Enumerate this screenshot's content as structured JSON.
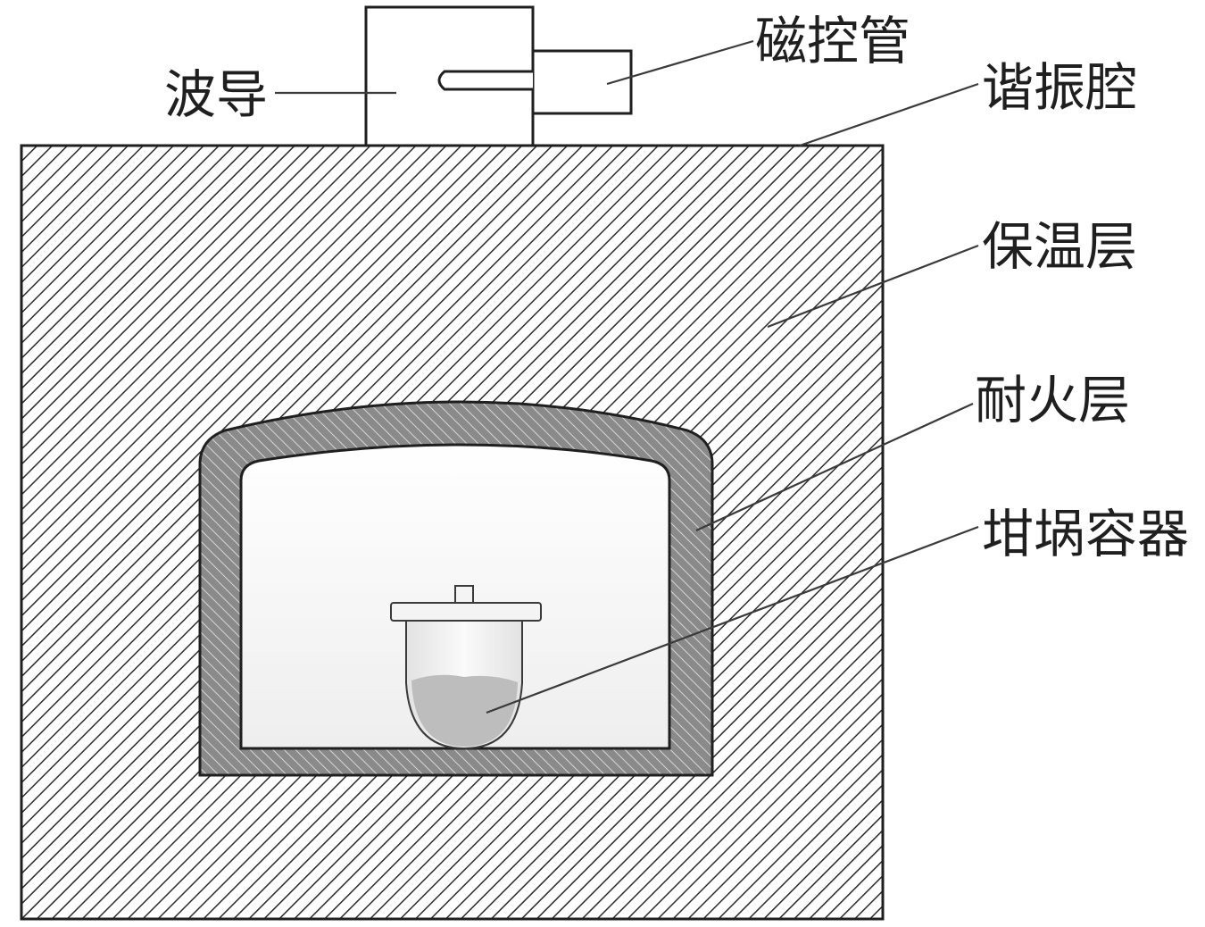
{
  "labels": {
    "waveguide": "波导",
    "magnetron": "磁控管",
    "resonant_cavity": "谐振腔",
    "insulation_layer": "保温层",
    "refractory_layer": "耐火层",
    "crucible": "坩埚容器"
  },
  "colors": {
    "hatch_line": "#2a2a2a",
    "refractory_fill": "#8a8a8a",
    "chamber_fill": "#f6f6f6",
    "powder_fill": "#bdbdbd",
    "outline": "#1f1f1f"
  }
}
